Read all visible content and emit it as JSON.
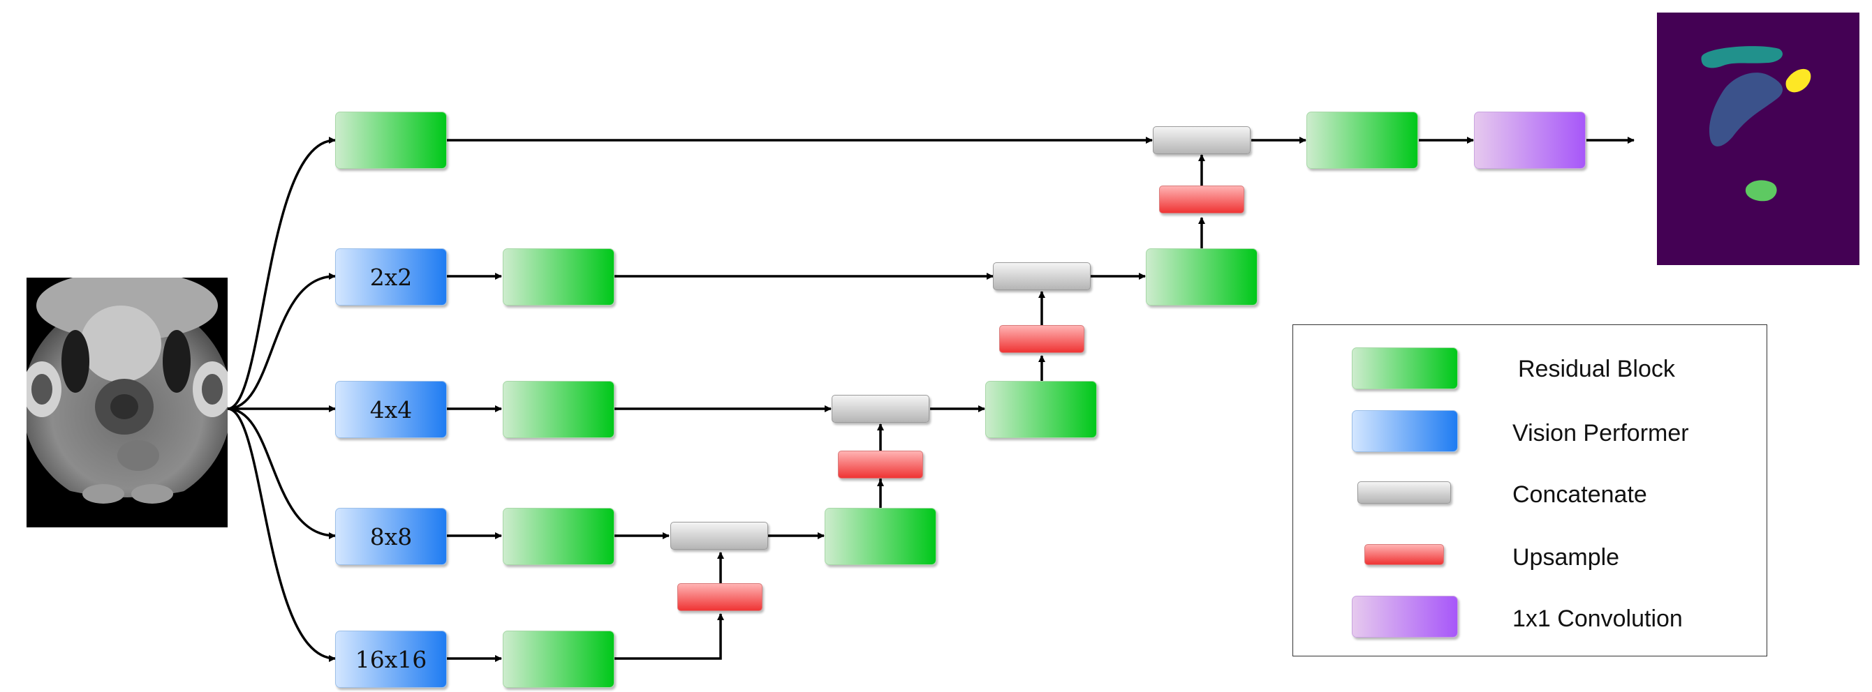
{
  "scale_labels": [
    "2x2",
    "4x4",
    "8x8",
    "16x16"
  ],
  "legend": {
    "items": [
      {
        "label": "Residual Block",
        "type": "residual-block"
      },
      {
        "label": "Vision Performer",
        "type": "vision-performer"
      },
      {
        "label": "Concatenate",
        "type": "concatenate"
      },
      {
        "label": "Upsample",
        "type": "upsample"
      },
      {
        "label": "1x1 Convolution",
        "type": "conv-1x1"
      }
    ]
  },
  "colors": {
    "residual_block": "#00c81a",
    "vision_performer": "#1f7cf2",
    "concatenate": "#b5b5b5",
    "upsample": "#ef3434",
    "conv_1x1": "#a757f9",
    "segmentation_background": "#440154",
    "segmentation_classes": [
      "#21918c",
      "#3b528b",
      "#fde725",
      "#5ec962"
    ]
  },
  "images": {
    "input": "mri-scan-image",
    "output": "segmentation-mask-image"
  }
}
